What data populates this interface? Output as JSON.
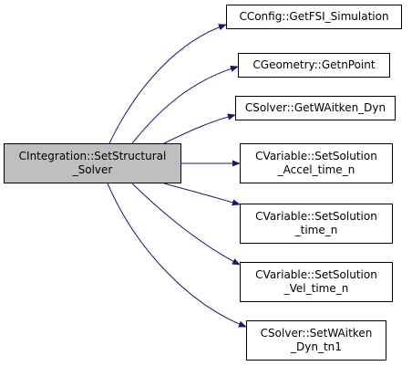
{
  "colors": {
    "edge": "#191970",
    "root_fill": "#bfbfbf",
    "node_fill": "#ffffff",
    "node_border": "#000000"
  },
  "root": {
    "label": "CIntegration::SetStructural\n_Solver"
  },
  "callees": [
    {
      "id": "getfsi",
      "label": "CConfig::GetFSI_Simulation"
    },
    {
      "id": "getnpoint",
      "label": "CGeometry::GetnPoint"
    },
    {
      "id": "getwaitken",
      "label": "CSolver::GetWAitken_Dyn"
    },
    {
      "id": "setsol-accel",
      "label": "CVariable::SetSolution\n_Accel_time_n"
    },
    {
      "id": "setsol-time",
      "label": "CVariable::SetSolution\n_time_n"
    },
    {
      "id": "setsol-vel",
      "label": "CVariable::SetSolution\n_Vel_time_n"
    },
    {
      "id": "setwaitken",
      "label": "CSolver::SetWAitken\n_Dyn_tn1"
    }
  ]
}
